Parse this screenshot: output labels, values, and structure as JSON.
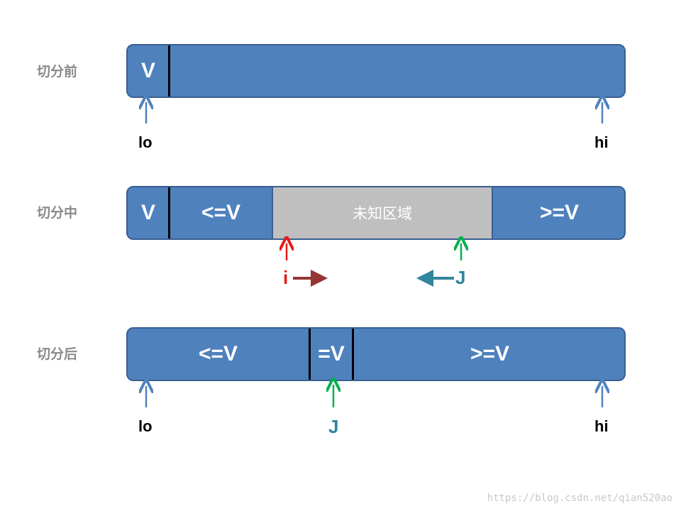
{
  "rows": {
    "before": {
      "label": "切分前",
      "segments": {
        "v": "V"
      },
      "markers": {
        "lo": "lo",
        "hi": "hi"
      }
    },
    "during": {
      "label": "切分中",
      "segments": {
        "v": "V",
        "le": "<=V",
        "unknown": "未知区域",
        "ge": ">=V"
      },
      "pointers": {
        "i": "i",
        "j": "J"
      }
    },
    "after": {
      "label": "切分后",
      "segments": {
        "le": "<=V",
        "eq": "=V",
        "ge": ">=V"
      },
      "markers": {
        "lo": "lo",
        "hi": "hi"
      },
      "pointers": {
        "j": "J"
      }
    }
  },
  "watermark": "https://blog.csdn.net/qian520ao",
  "colors": {
    "bar": "#4f81bd",
    "bar_border": "#3a5f91",
    "unknown": "#bfbfbf",
    "arrow_blue": "#4f81bd",
    "arrow_red": "#e31b1b",
    "arrow_green": "#00b050",
    "arrow_darkred": "#943634",
    "arrow_teal": "#31859c",
    "label_gray": "#8a8a8a"
  }
}
